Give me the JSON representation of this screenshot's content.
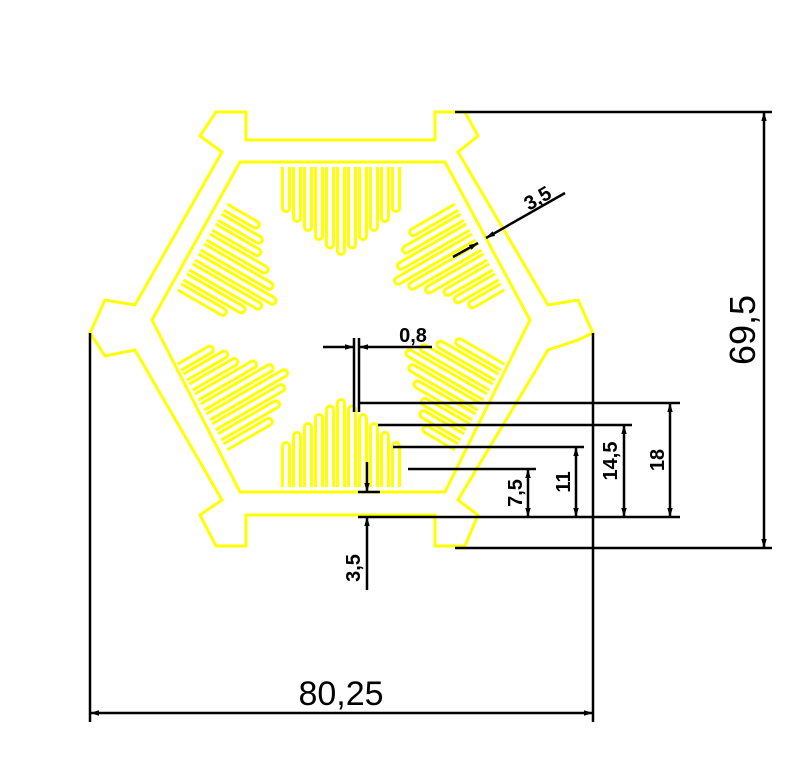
{
  "drawing": {
    "profile_color": "#ffff00",
    "dimension_color": "#000000",
    "background_color": "#ffffff",
    "dimensions": {
      "overall_width": "80,25",
      "overall_height": "69,5",
      "fin_thickness": "0,8",
      "side_fin_gap": "3,5",
      "base_gap": "3,5",
      "fin_18": "18",
      "fin_14_5": "14,5",
      "fin_11": "11",
      "fin_7_5": "7,5"
    }
  }
}
